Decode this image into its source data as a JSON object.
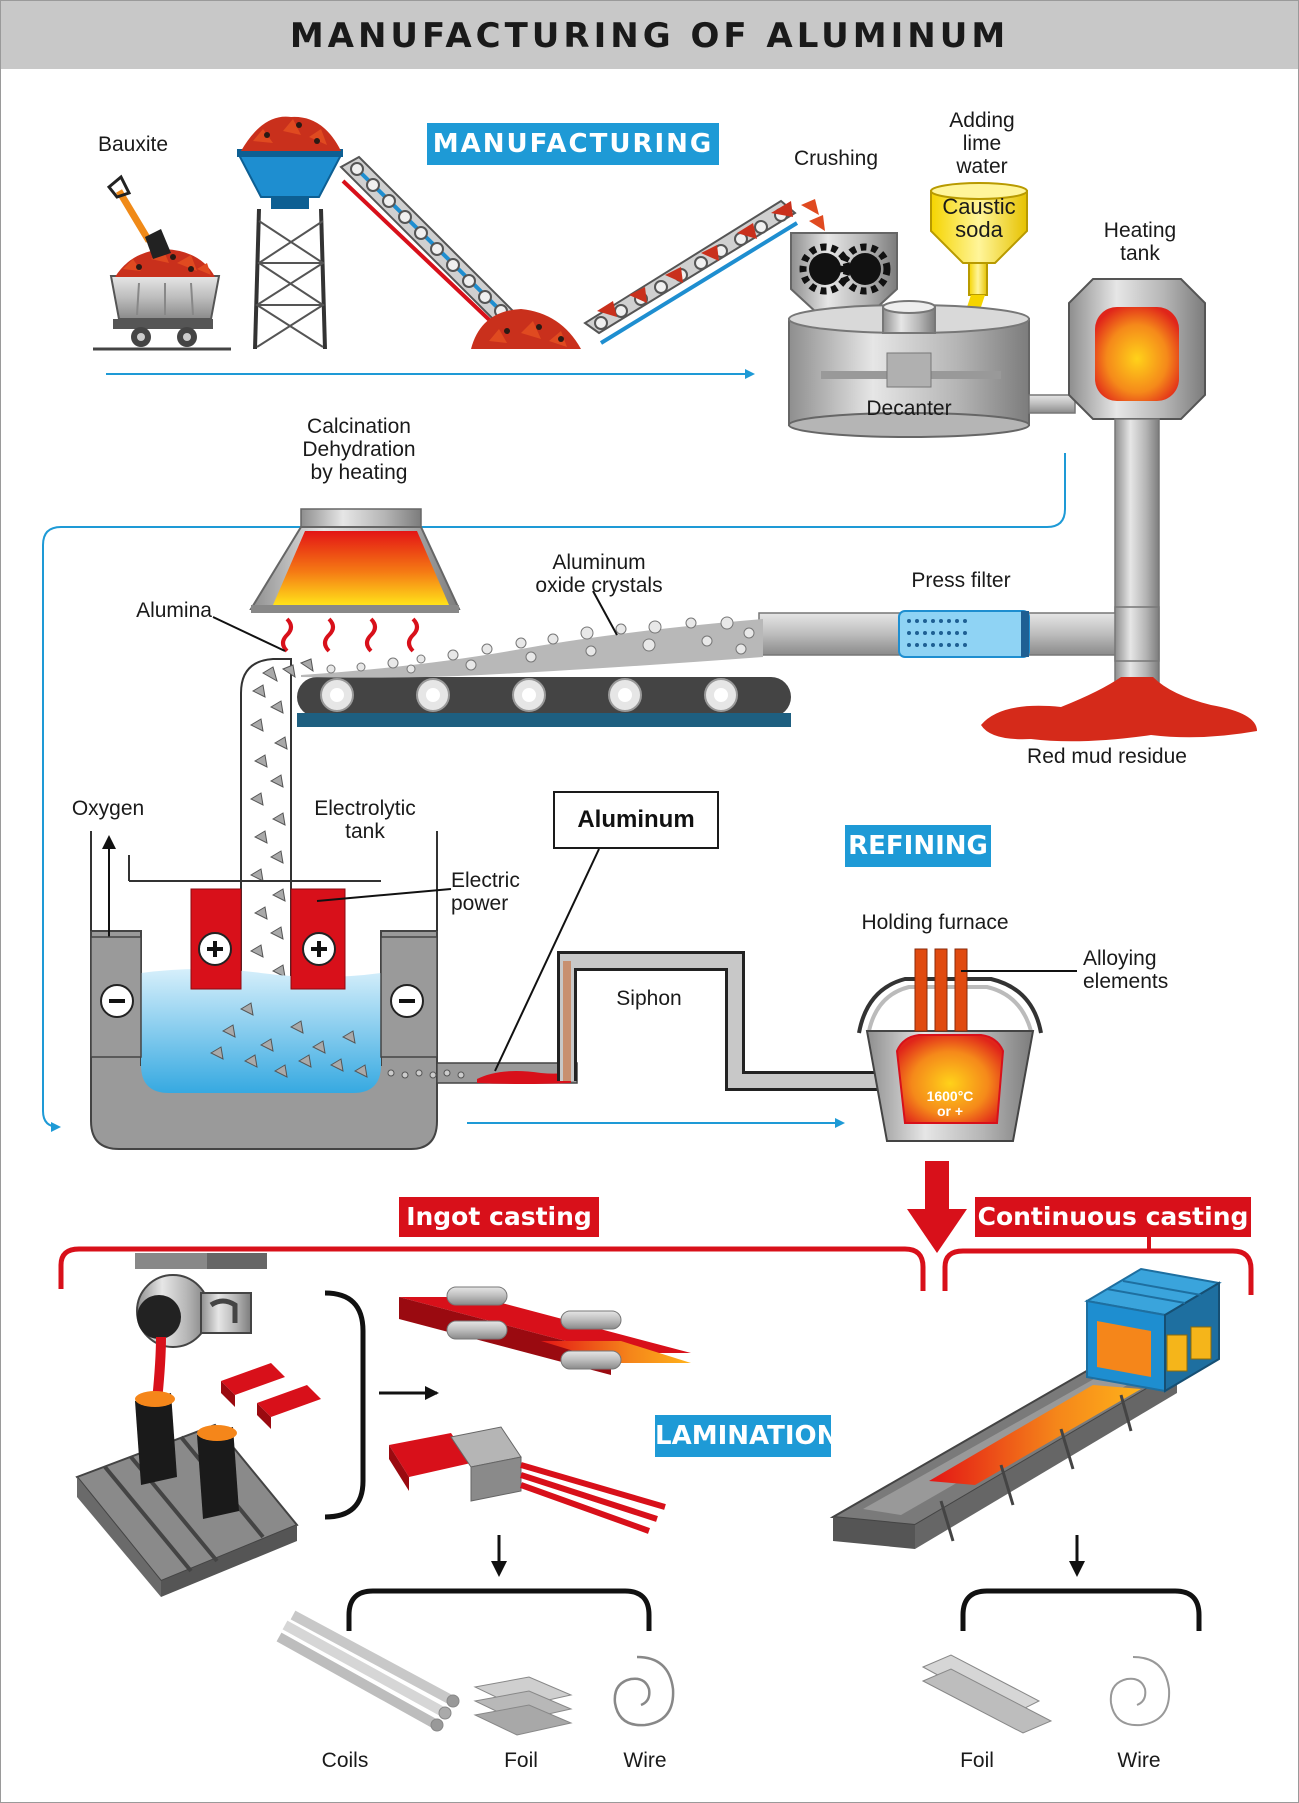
{
  "title": "MANUFACTURING OF ALUMINUM",
  "badges": {
    "manufacturing": "MANUFACTURING",
    "refining": "REFINING",
    "lamination": "LAMINATION",
    "ingot_casting": "Ingot casting",
    "continuous_casting": "Continuous casting"
  },
  "labels": {
    "bauxite": "Bauxite",
    "crushing": "Crushing",
    "adding_lime_water": "Adding\nlime\nwater",
    "caustic_soda": "Caustic\nsoda",
    "heating_tank": "Heating\ntank",
    "decanter": "Decanter",
    "calcination": "Calcination\nDehydration\nby heating",
    "aluminum_oxide_crystals": "Aluminum\noxide crystals",
    "press_filter": "Press filter",
    "alumina": "Alumina",
    "red_mud_residue": "Red mud residue",
    "oxygen": "Oxygen",
    "electrolytic_tank": "Electrolytic\ntank",
    "aluminum": "Aluminum",
    "electric_power": "Electric\npower",
    "siphon": "Siphon",
    "holding_furnace": "Holding furnace",
    "alloying_elements": "Alloying\nelements",
    "temperature": "1600°C\nor +",
    "coils": "Coils",
    "foil_left": "Foil",
    "wire_left": "Wire",
    "foil_right": "Foil",
    "wire_right": "Wire"
  },
  "colors": {
    "flow_arrow": "#1e9ad6",
    "accent_red": "#d8101a",
    "title_bar": "#c8c8c8",
    "electrolyte": "#a8dcf4",
    "metal_gray": "#bfbfbf"
  }
}
